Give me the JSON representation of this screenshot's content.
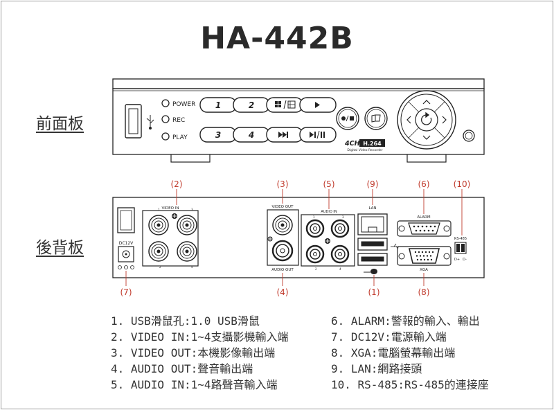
{
  "title": "HA-442B",
  "front_label": "前面板",
  "back_label": "後背板",
  "front_panel": {
    "buttons": {
      "power": "POWER",
      "rec": "REC",
      "play": "PLAY",
      "ch1": "1",
      "ch2": "2",
      "ch3": "3",
      "ch4": "4"
    },
    "brand_channels": "4CH",
    "brand_codec": "H.264",
    "brand_sub": "Digital Video Recorder"
  },
  "back_panel": {
    "callouts": {
      "c2": "(2)",
      "c3": "(3)",
      "c5": "(5)",
      "c9": "(9)",
      "c6": "(6)",
      "c10": "(10)",
      "c7": "(7)",
      "c4": "(4)",
      "c1": "(1)",
      "c8": "(8)"
    },
    "labels": {
      "video_in": "VIDEO IN",
      "video_out": "VIDEO OUT",
      "audio_in": "AUDIO IN",
      "audio_out": "AUDIO OUT",
      "lan": "LAN",
      "alarm": "ALARM",
      "xga": "XGA",
      "rs485": "RS-485",
      "dc12v": "DC12V",
      "rs_plus": "D+",
      "rs_minus": "D-"
    },
    "port_numbers": {
      "vin_1": "1",
      "vin_2": "2",
      "vin_3": "3",
      "vin_4": "4",
      "ain_1": "1",
      "ain_2": "2",
      "ain_3": "3",
      "ain_4": "4"
    }
  },
  "legend": {
    "left": [
      "1. USB滑鼠孔:1.0 USB滑鼠",
      "2. VIDEO IN:1~4支攝影機輸入端",
      "3. VIDEO OUT:本機影像輸出端",
      "4. AUDIO OUT:聲音輸出端",
      "5. AUDIO IN:1~4路聲音輸入端"
    ],
    "right": [
      "6. ALARM:警報的輸入、輸出",
      "7. DC12V:電源輸入端",
      "8. XGA:電腦螢幕輸出端",
      "9. LAN:網路接頭",
      "10. RS-485:RS-485的連接座"
    ]
  }
}
